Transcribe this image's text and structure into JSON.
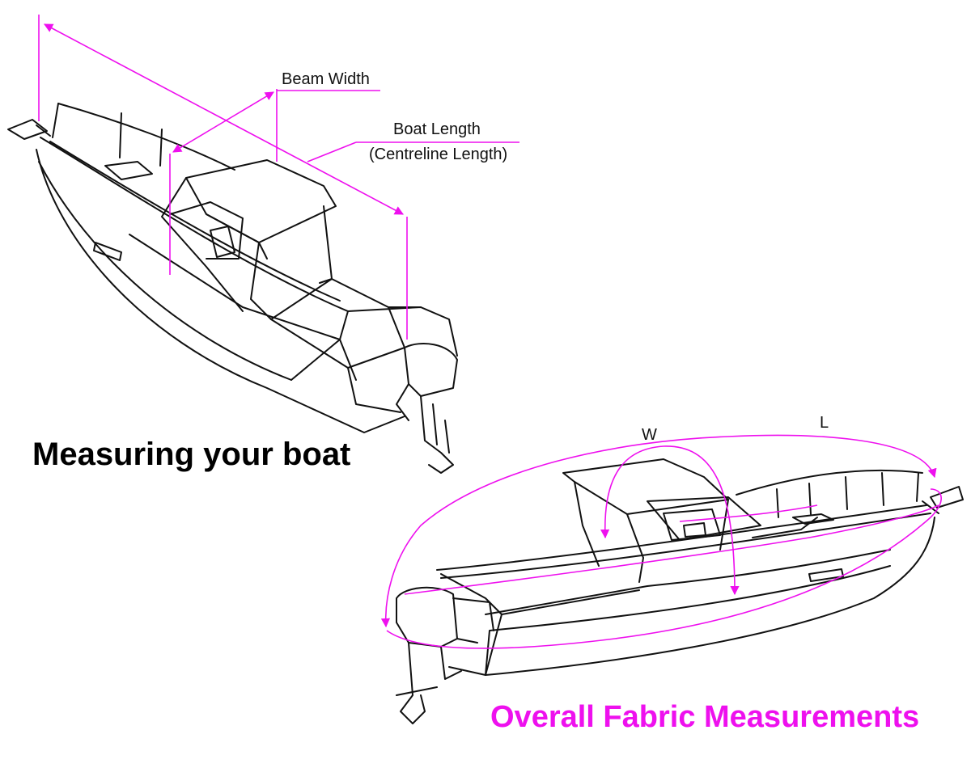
{
  "measuring": {
    "title": "Measuring your boat",
    "beam_label": "Beam Width",
    "length_label": "Boat Length",
    "length_sub_label": "(Centreline Length)"
  },
  "fabric": {
    "title": "Overall Fabric Measurements",
    "width_label": "W",
    "length_label": "L"
  },
  "colors": {
    "accent": "#ee10ee",
    "line": "#111111"
  }
}
